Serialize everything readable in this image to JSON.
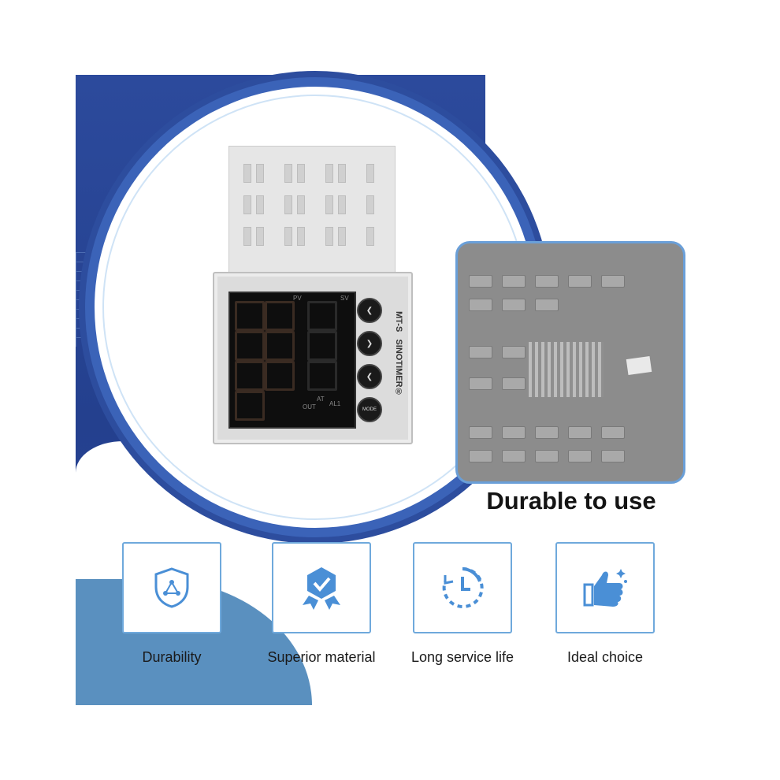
{
  "device": {
    "display_labels": {
      "pv": "PV",
      "sv": "SV",
      "out": "OUT",
      "at": "AT",
      "al1": "AL1"
    },
    "mode_button": "MODE",
    "model": "MT-S",
    "brand": "SINOTIMER®"
  },
  "headline": "Durable to use",
  "features": [
    {
      "label": "Durability",
      "icon": "shield-icon"
    },
    {
      "label": "Superior material",
      "icon": "badge-ribbon-icon"
    },
    {
      "label": "Long service life",
      "icon": "clock-icon"
    },
    {
      "label": "Ideal  choice",
      "icon": "thumbs-up-icon"
    }
  ],
  "colors": {
    "primary_blue": "#2c4a9c",
    "accent_blue": "#6fa9dc",
    "icon_blue": "#4a8fd6"
  }
}
